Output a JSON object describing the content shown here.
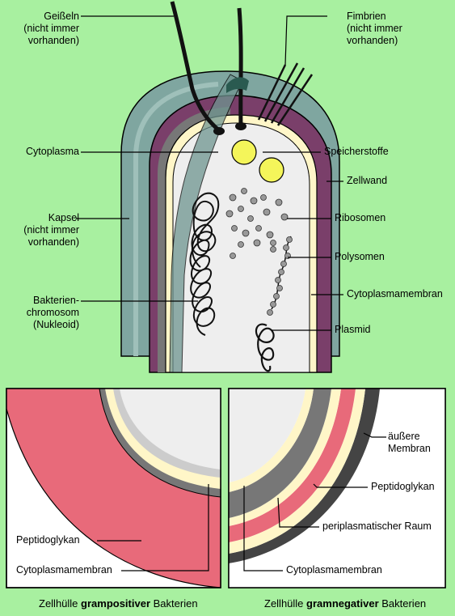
{
  "labels": {
    "geisseln": "Geißeln\n(nicht immer\nvorhanden)",
    "fimbrien": "Fimbrien\n(nicht immer\nvorhanden)",
    "cytoplasma": "Cytoplasma",
    "speicherstoffe": "Speicherstoffe",
    "zellwand": "Zellwand",
    "kapsel": "Kapsel\n(nicht immer\nvorhanden)",
    "ribosomen": "Ribosomen",
    "polysomen": "Polysomen",
    "chromosom": "Bakterien-\nchromosom\n(Nukleoid)",
    "cytoplasmamembran": "Cytoplasmamembran",
    "plasmid": "Plasmid",
    "aeussere_membran": "äußere\nMembran",
    "peptidoglykan_right": "Peptidoglykan",
    "periplasma": "periplasmatischer Raum",
    "cytoplasmamembran_right": "Cytoplasmamembran",
    "peptidoglykan_left": "Peptidoglykan",
    "cytoplasmamembran_left": "Cytoplasmamembran"
  },
  "captions": {
    "left_pre": "Zellhülle ",
    "left_bold": "grampositiver",
    "left_post": " Bakterien",
    "right_pre": "Zellhülle ",
    "right_bold": "gramnegativer",
    "right_post": " Bakterien"
  },
  "colors": {
    "background": "#a8f0a0",
    "capsule": "#7fa6a0",
    "cell_wall": "#7a3f6a",
    "membrane": "#fff6c8",
    "cytoplasm": "#eeeeee",
    "storage_granule": "#f4f55a",
    "peptidoglycan": "#e86a7a",
    "outer_membrane": "#444444"
  }
}
